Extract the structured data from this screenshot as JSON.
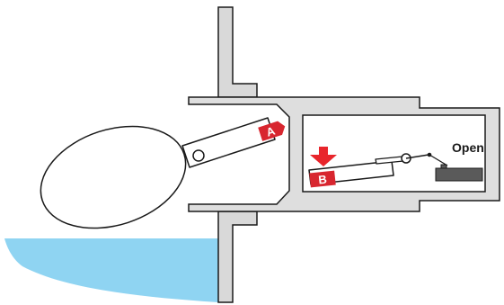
{
  "diagram": {
    "badges": {
      "a": "A",
      "b": "B"
    },
    "state_label": "Open"
  },
  "colors": {
    "outline": "#1a1a1a",
    "wall_fill": "#d9d9d9",
    "housing_fill": "#dedede",
    "float_fill": "#ffffff",
    "water": "#8fd4f2",
    "badge_red": "#d8262f",
    "badge_text": "#ffffff",
    "arrow_red": "#e8252b",
    "contact_fill": "#5a5a5a"
  },
  "icons": {
    "arrow": "down-arrow-icon",
    "badge_a": "badge-a-icon",
    "badge_b": "badge-b-icon"
  }
}
